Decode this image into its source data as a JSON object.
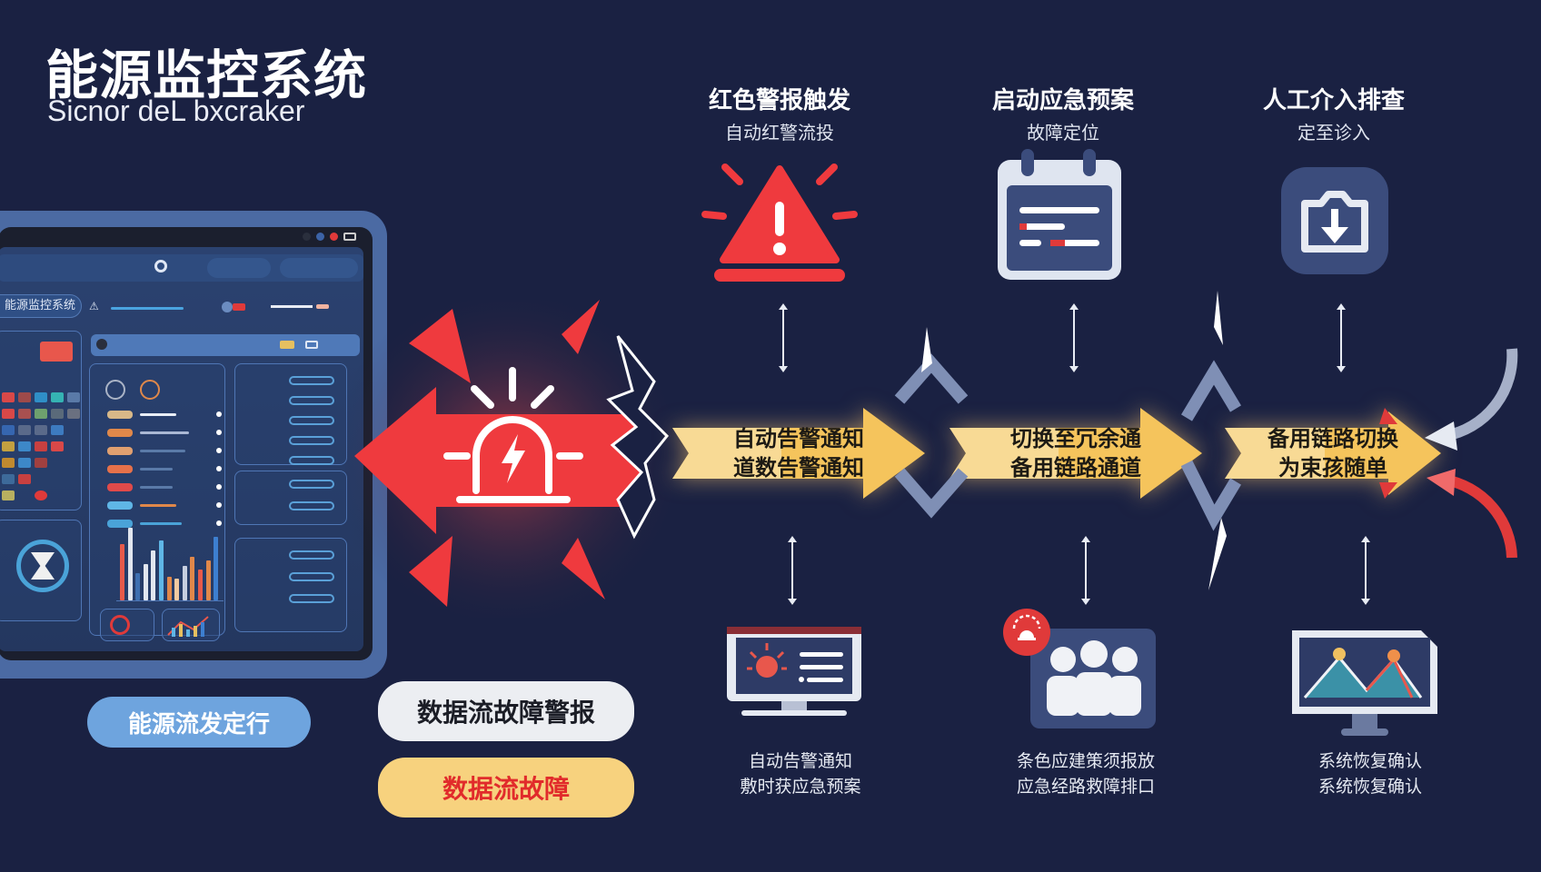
{
  "header": {
    "title": "能源监控系统",
    "subtitle": "Sicnor deL bxcraker"
  },
  "dashboard": {
    "app_name": "能源监控系统",
    "window_dots": [
      "#2a2f3d",
      "#3c63a7",
      "#e03a3a"
    ],
    "chart_bars": [
      {
        "h": 62,
        "c": "#e65a4a"
      },
      {
        "h": 80,
        "c": "#e1e6ef"
      },
      {
        "h": 30,
        "c": "#3d6fb0"
      },
      {
        "h": 40,
        "c": "#e1e6ef"
      },
      {
        "h": 55,
        "c": "#e1e6ef"
      },
      {
        "h": 66,
        "c": "#5fb6e6"
      },
      {
        "h": 26,
        "c": "#e0884a"
      },
      {
        "h": 24,
        "c": "#f1c9a0"
      },
      {
        "h": 38,
        "c": "#c7cfe0"
      },
      {
        "h": 48,
        "c": "#e0884a"
      },
      {
        "h": 34,
        "c": "#e65a4a"
      },
      {
        "h": 44,
        "c": "#e0884a"
      },
      {
        "h": 70,
        "c": "#3d7fd0"
      }
    ]
  },
  "labels": {
    "normal_state": "能源流发定行",
    "alert_label": "数据流故障警报",
    "fault_label": "数据流故障"
  },
  "steps_top": [
    {
      "title": "红色警报触发",
      "subtitle": "自动红警流投",
      "icon": "warning-triangle-icon"
    },
    {
      "title": "启动应急预案",
      "subtitle": "故障定位",
      "icon": "calendar-checklist-icon"
    },
    {
      "title": "人工介入排查",
      "subtitle": "定至诊入",
      "icon": "download-folder-icon"
    }
  ],
  "flow": [
    {
      "line1": "自动告警通知",
      "line2": "道数告警通知"
    },
    {
      "line1": "切换至冗余通",
      "line2": "备用链路通道"
    },
    {
      "line1": "备用链路切换",
      "line2": "为束孩随单"
    }
  ],
  "steps_bottom": [
    {
      "line1": "自动告警通知",
      "line2": "敷时获应急预案",
      "icon": "alarm-monitor-icon"
    },
    {
      "line1": "条色应建策须报放",
      "line2": "应急经路救障排口",
      "icon": "team-alert-icon"
    },
    {
      "line1": "系统恢复确认",
      "line2": "系统恢复确认",
      "icon": "recovery-chart-monitor-icon"
    }
  ],
  "colors": {
    "background": "#1a2142",
    "alert_red": "#ef3a3e",
    "flow_yellow": "#f5c45c",
    "device_blue": "#4b6aa3"
  }
}
